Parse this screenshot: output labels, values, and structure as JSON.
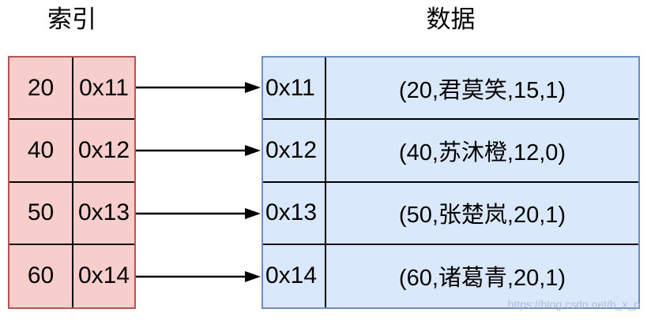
{
  "titles": {
    "index": "索引",
    "data": "数据"
  },
  "index_table": {
    "rows": [
      {
        "key": "20",
        "pointer": "0x11"
      },
      {
        "key": "40",
        "pointer": "0x12"
      },
      {
        "key": "50",
        "pointer": "0x13"
      },
      {
        "key": "60",
        "pointer": "0x14"
      }
    ]
  },
  "data_table": {
    "rows": [
      {
        "address": "0x11",
        "record": "(20,君莫笑,15,1)"
      },
      {
        "address": "0x12",
        "record": "(40,苏沐橙,12,0)"
      },
      {
        "address": "0x13",
        "record": "(50,张楚岚,20,1)"
      },
      {
        "address": "0x14",
        "record": "(60,诸葛青,20,1)"
      }
    ]
  },
  "arrows": {
    "count": 4,
    "meaning": "index pointer to data block"
  },
  "watermark": "https://blog.csdn.net/b_x_p",
  "colors": {
    "index_fill": "#f8cecc",
    "index_stroke": "#b85450",
    "data_fill": "#dae8fc",
    "data_stroke": "#6c8ebf",
    "arrow": "#000000",
    "text": "#000000"
  }
}
